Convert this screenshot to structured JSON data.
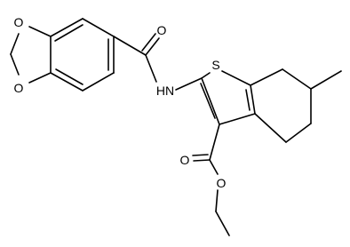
{
  "molecule": {
    "atoms": {
      "dioxole_o_top": "O",
      "dioxole_o_bottom": "O",
      "carbonyl_o": "O",
      "amide_nh": "HN",
      "thiophene_s": "S",
      "ester_carbonyl_o": "O",
      "ester_o": "O"
    }
  }
}
